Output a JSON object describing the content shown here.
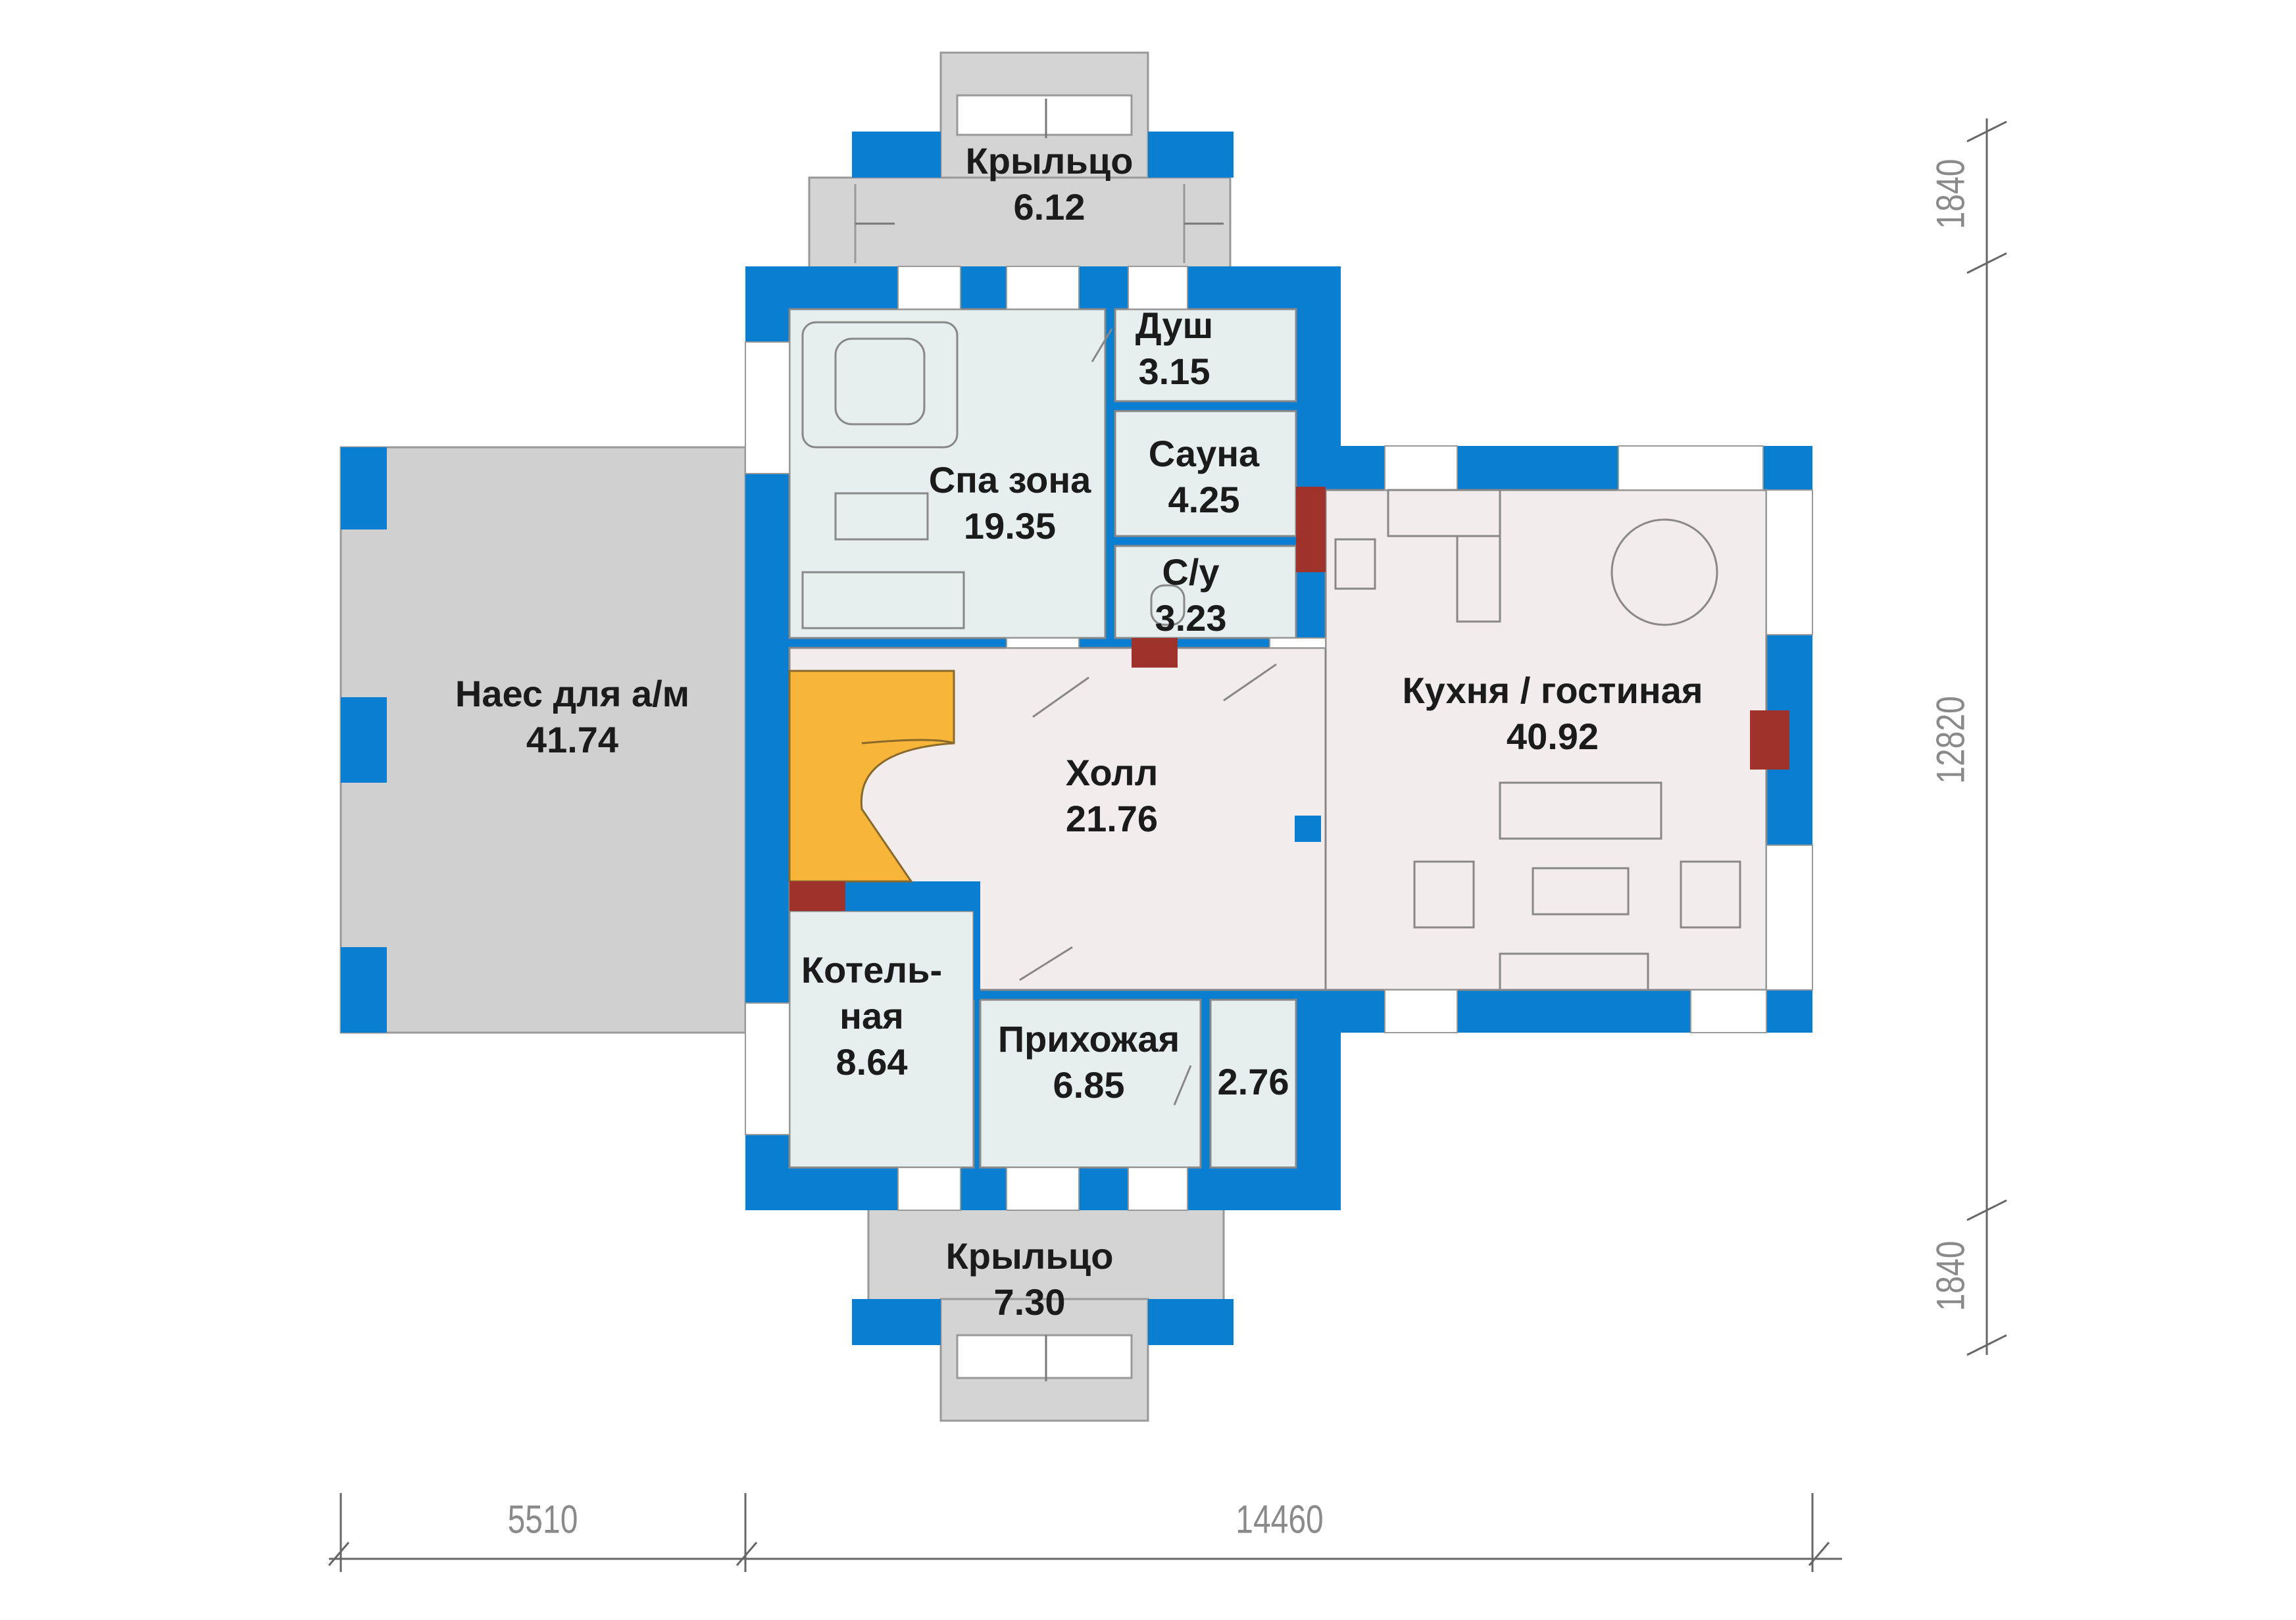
{
  "colors": {
    "wall": "#0A7ED0",
    "window": "#FFFFFF",
    "porch": "#D4D4D4",
    "carport": "#D0D0D0",
    "room_cool": "#E6EEF0",
    "room_warm": "#F3ECEC",
    "stair": "#F7B53A",
    "chimney": "#A0322C",
    "line": "#7F7F7F"
  },
  "rooms": [
    {
      "id": "porch-top",
      "name": "Крыльцо",
      "area": "6.12"
    },
    {
      "id": "shower",
      "name": "Душ",
      "area": "3.15"
    },
    {
      "id": "spa",
      "name": "Спа зона",
      "area": "19.35"
    },
    {
      "id": "sauna",
      "name": "Сауна",
      "area": "4.25"
    },
    {
      "id": "wc",
      "name": "С/у",
      "area": "3.23"
    },
    {
      "id": "carport",
      "name": "Наес для а/м",
      "area": "41.74"
    },
    {
      "id": "kitchen",
      "name": "Кухня / гостиная",
      "area": "40.92"
    },
    {
      "id": "hall",
      "name": "Холл",
      "area": "21.76"
    },
    {
      "id": "boiler",
      "name": "Котель-\nная",
      "name_lines": [
        "Котель-",
        "ная"
      ],
      "area": "8.64"
    },
    {
      "id": "entry",
      "name": "Прихожая",
      "area": "6.85"
    },
    {
      "id": "closet",
      "name": "",
      "area": "2.76"
    },
    {
      "id": "porch-bottom",
      "name": "Крыльцо",
      "area": "7.30"
    }
  ],
  "dimensions": {
    "top_porch": "1840",
    "height_total": "12820",
    "bottom_porch": "1840",
    "carport_width": "5510",
    "house_width": "14460"
  }
}
